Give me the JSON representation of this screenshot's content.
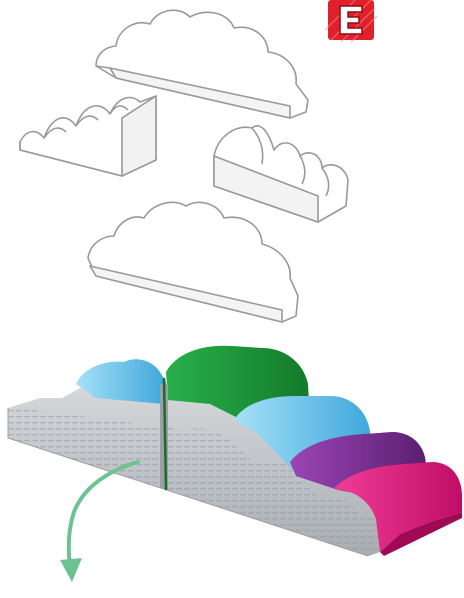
{
  "illustration": {
    "outline_pieces": [
      "cloud-outline-top",
      "wave-block-left-outline",
      "wave-block-right-outline",
      "cloud-outline-bottom"
    ],
    "assembled_foam_pieces": [
      "blue-top-hump",
      "green-hump",
      "light-blue-hump",
      "purple-hump",
      "pink-hump",
      "grey-stepped-base"
    ],
    "direction_arrow": "curved-down-arrow"
  },
  "colors": {
    "outline": "#9a9a9a",
    "logo_red": "#e0202a",
    "green": "#1f9a3a",
    "light_blue": "#66c6ee",
    "blue": "#4fb3e4",
    "purple": "#7a2c8f",
    "pink": "#e6157f",
    "grey": "#bfc2c6",
    "arrow": "#6cc391",
    "divider": "#1c6b2c"
  },
  "icons": {
    "logo": "letter-e-badge-icon",
    "arrow": "curved-arrow-down-icon"
  }
}
